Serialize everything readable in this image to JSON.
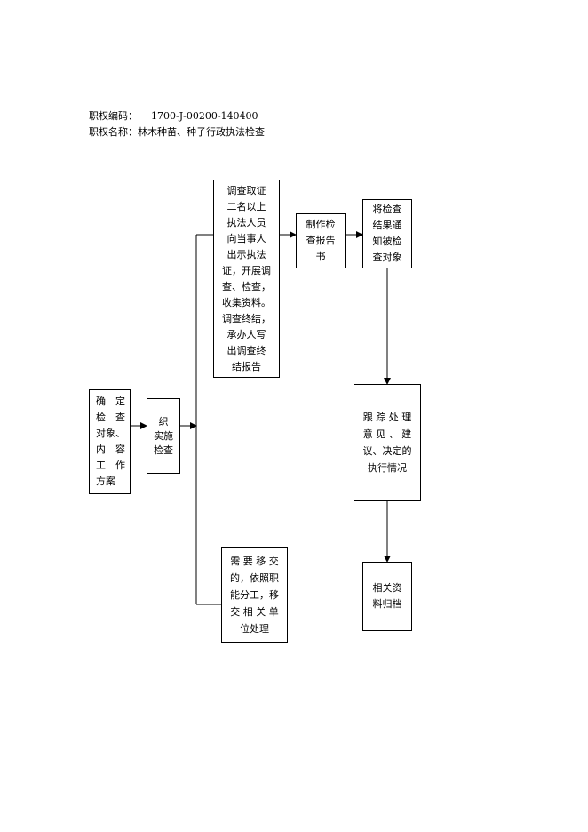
{
  "header": {
    "code_label": "职权编码：",
    "code_value": "1700-J-00200-140400",
    "name_label": "职权名称：",
    "name_value": "林木种苗、种子行政执法检查"
  },
  "nodes": {
    "determine": {
      "lines": [
        "确　定",
        "检　查",
        "对象、",
        "内　容",
        "工　作",
        "方案"
      ]
    },
    "organize": {
      "lines": [
        "织",
        "实施",
        "检查"
      ]
    },
    "investigate": {
      "lines": [
        "调查取证",
        "二名以上",
        "执法人员",
        "向当事人",
        "出示执法",
        "证，开展调",
        "查、检查，",
        "收集资料。",
        "调查终结，",
        "承办人写",
        "出调查终",
        "结报告"
      ]
    },
    "report": {
      "lines": [
        "制作检",
        "查报告",
        "书"
      ]
    },
    "notify": {
      "lines": [
        "将检查",
        "结果通",
        "知被检",
        "查对象"
      ]
    },
    "track": {
      "lines": [
        "跟 踪 处 理",
        "意 见 、 建",
        "议、决定的",
        "执行情况"
      ]
    },
    "transfer": {
      "lines": [
        "需 要 移 交",
        "的，依照职",
        "能分工，移",
        "交 相 关 单",
        "位处理"
      ]
    },
    "archive": {
      "lines": [
        "相关资",
        "料归档"
      ]
    }
  }
}
